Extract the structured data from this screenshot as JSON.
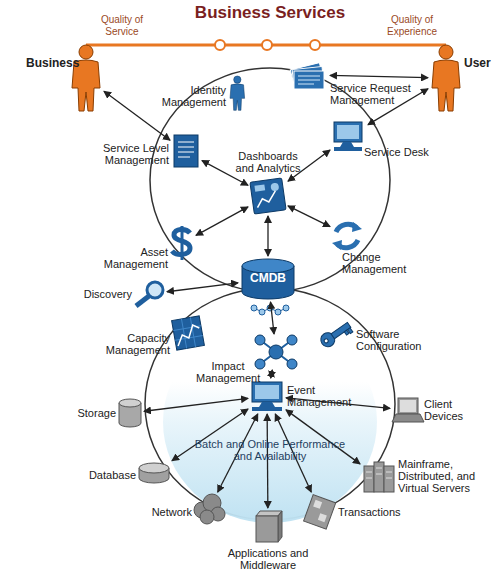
{
  "diagram": {
    "title": "Business Services",
    "nodes": [
      {
        "text": [
          "Business"
        ]
      },
      {
        "text": [
          "User"
        ]
      },
      {
        "text": [
          "Identity Management"
        ]
      },
      {
        "text": [
          "Service Request Management"
        ]
      },
      {
        "text": [
          "Service Level Management"
        ]
      },
      {
        "text": [
          "Service Desk"
        ]
      },
      {
        "text": [
          "Dashboards and Analytics"
        ]
      },
      {
        "text": [
          "Asset Management"
        ]
      },
      {
        "text": [
          "Change Management"
        ]
      },
      {
        "text": [
          "CMDB"
        ]
      },
      {
        "text": [
          "Discovery"
        ]
      },
      {
        "text": [
          "Capacity Management"
        ]
      },
      {
        "text": [
          "Software Configuration"
        ]
      },
      {
        "text": [
          "Impact Management"
        ]
      },
      {
        "text": [
          "Event Management"
        ]
      },
      {
        "text": [
          "Storage"
        ]
      },
      {
        "text": [
          "Client Devices"
        ]
      },
      {
        "text": [
          "Batch and Online Performance and Availability"
        ]
      },
      {
        "text": [
          "Database"
        ]
      },
      {
        "text": [
          "Mainframe, Distributed, and Virtual Servers"
        ]
      },
      {
        "text": [
          "Network"
        ]
      },
      {
        "text": [
          "Transactions"
        ]
      },
      {
        "text": [
          "Applications and Middleware"
        ]
      }
    ],
    "edges": [
      {
        "from": 0,
        "to": 4,
        "arrow": "both"
      },
      {
        "from": 1,
        "to": 3,
        "arrow": "both"
      },
      {
        "from": 1,
        "to": 5,
        "arrow": "both"
      },
      {
        "from": 4,
        "to": 6,
        "arrow": "both"
      },
      {
        "from": 5,
        "to": 6,
        "arrow": "both"
      },
      {
        "from": 7,
        "to": 6,
        "arrow": "both"
      },
      {
        "from": 8,
        "to": 6,
        "arrow": "both"
      },
      {
        "from": 6,
        "to": 9,
        "arrow": "both"
      },
      {
        "from": 10,
        "to": 9,
        "arrow": "both"
      },
      {
        "from": 9,
        "to": 13,
        "arrow": "both"
      },
      {
        "from": 13,
        "to": 14,
        "arrow": "both"
      },
      {
        "from": 14,
        "to": 15,
        "arrow": "both"
      },
      {
        "from": 14,
        "to": 16,
        "arrow": "both"
      },
      {
        "from": 14,
        "to": 18,
        "arrow": "both"
      },
      {
        "from": 14,
        "to": 19,
        "arrow": "both"
      },
      {
        "from": 14,
        "to": 20,
        "arrow": "both"
      },
      {
        "from": 14,
        "to": 21,
        "arrow": "both"
      },
      {
        "from": 14,
        "to": 22,
        "arrow": "both"
      }
    ],
    "labels": [
      "Quality of Service",
      "Quality of Experience"
    ]
  }
}
